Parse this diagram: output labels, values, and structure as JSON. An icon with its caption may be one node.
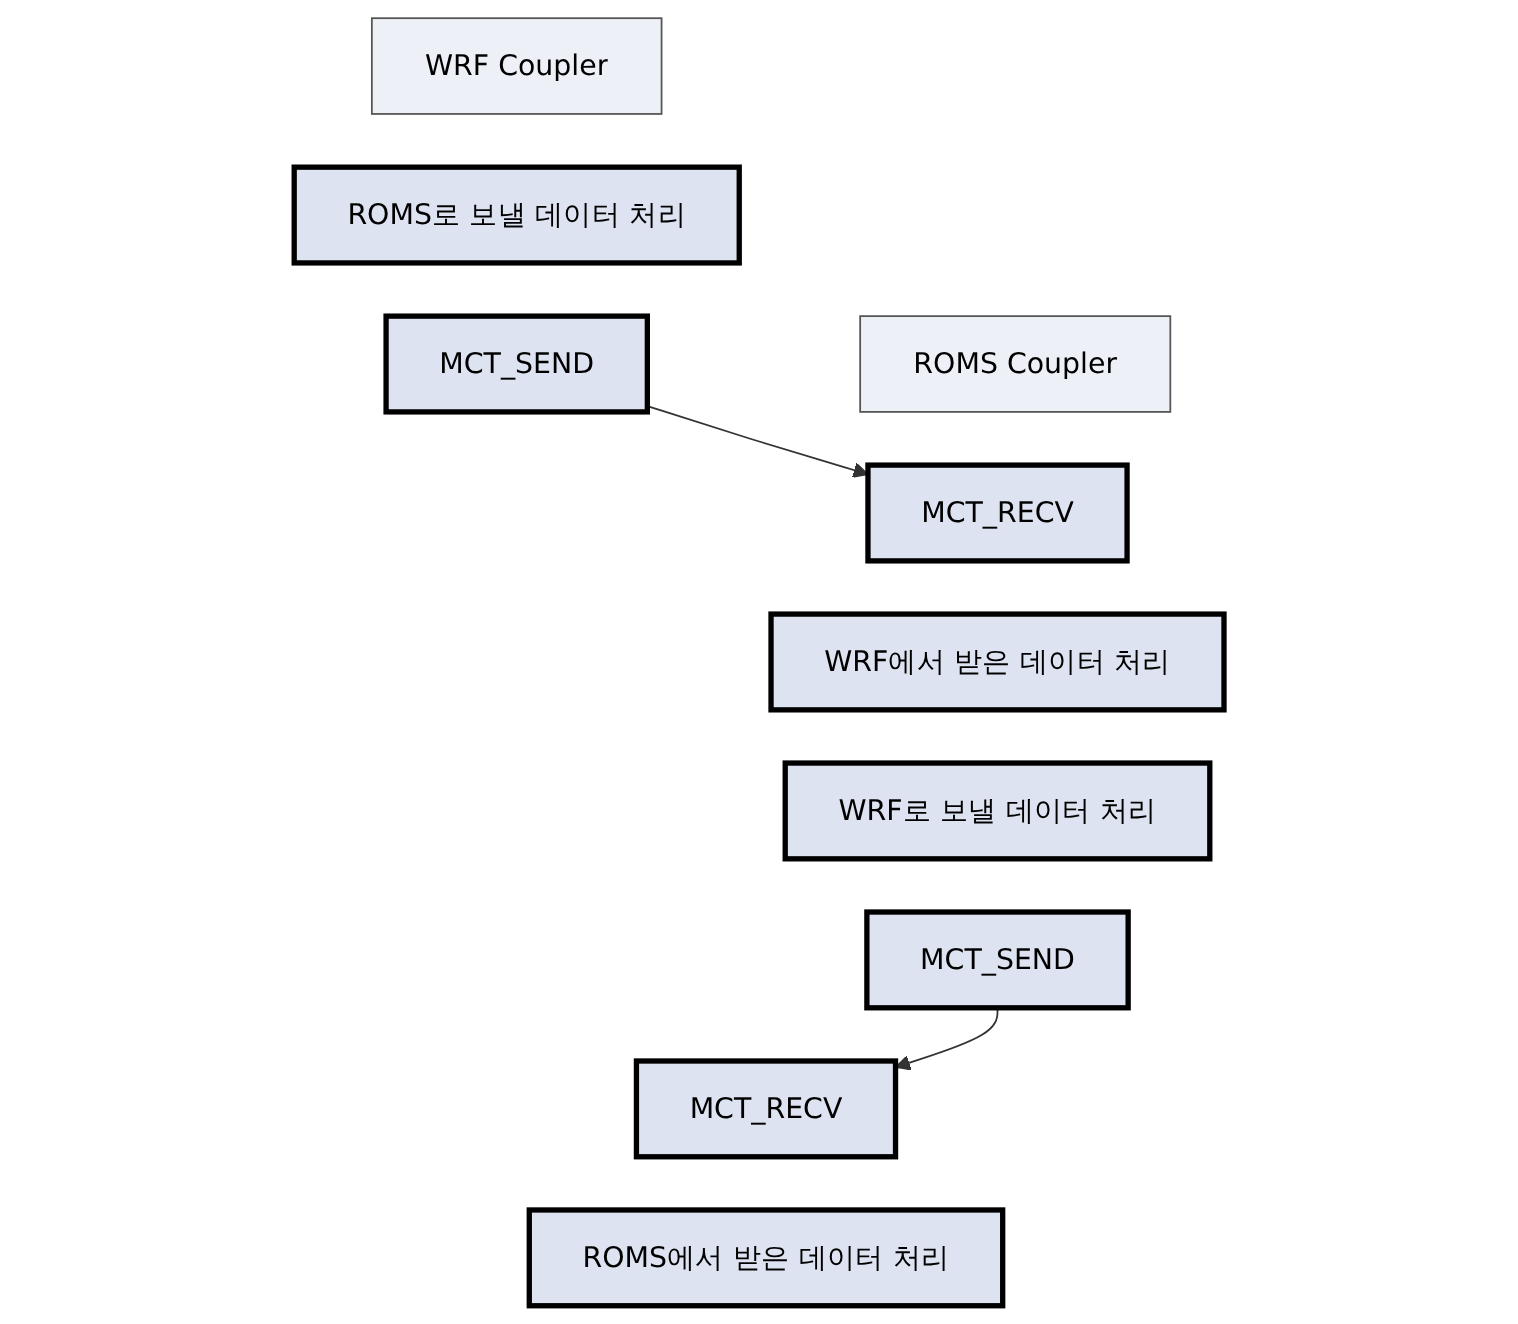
{
  "diagram": {
    "nodes": [
      {
        "text": [
          "WRF Coupler"
        ]
      },
      {
        "text": [
          "ROMS로 보낼 데이터 처리"
        ]
      },
      {
        "text": [
          "MCT_SEND"
        ]
      },
      {
        "text": [
          "MCT_RECV"
        ]
      },
      {
        "text": [
          "ROMS에서 받은 데이터 처리"
        ]
      },
      {
        "text": [
          "ROMS Coupler"
        ]
      },
      {
        "text": [
          "MCT_RECV"
        ]
      },
      {
        "text": [
          "WRF에서 받은 데이터 처리"
        ]
      },
      {
        "text": [
          "WRF로 보낼 데이터 처리"
        ]
      },
      {
        "text": [
          "MCT_SEND"
        ]
      }
    ],
    "edges": [
      {
        "from": 2,
        "to": 6,
        "arrow": "to"
      },
      {
        "from": 9,
        "to": 3,
        "arrow": "to"
      }
    ]
  }
}
